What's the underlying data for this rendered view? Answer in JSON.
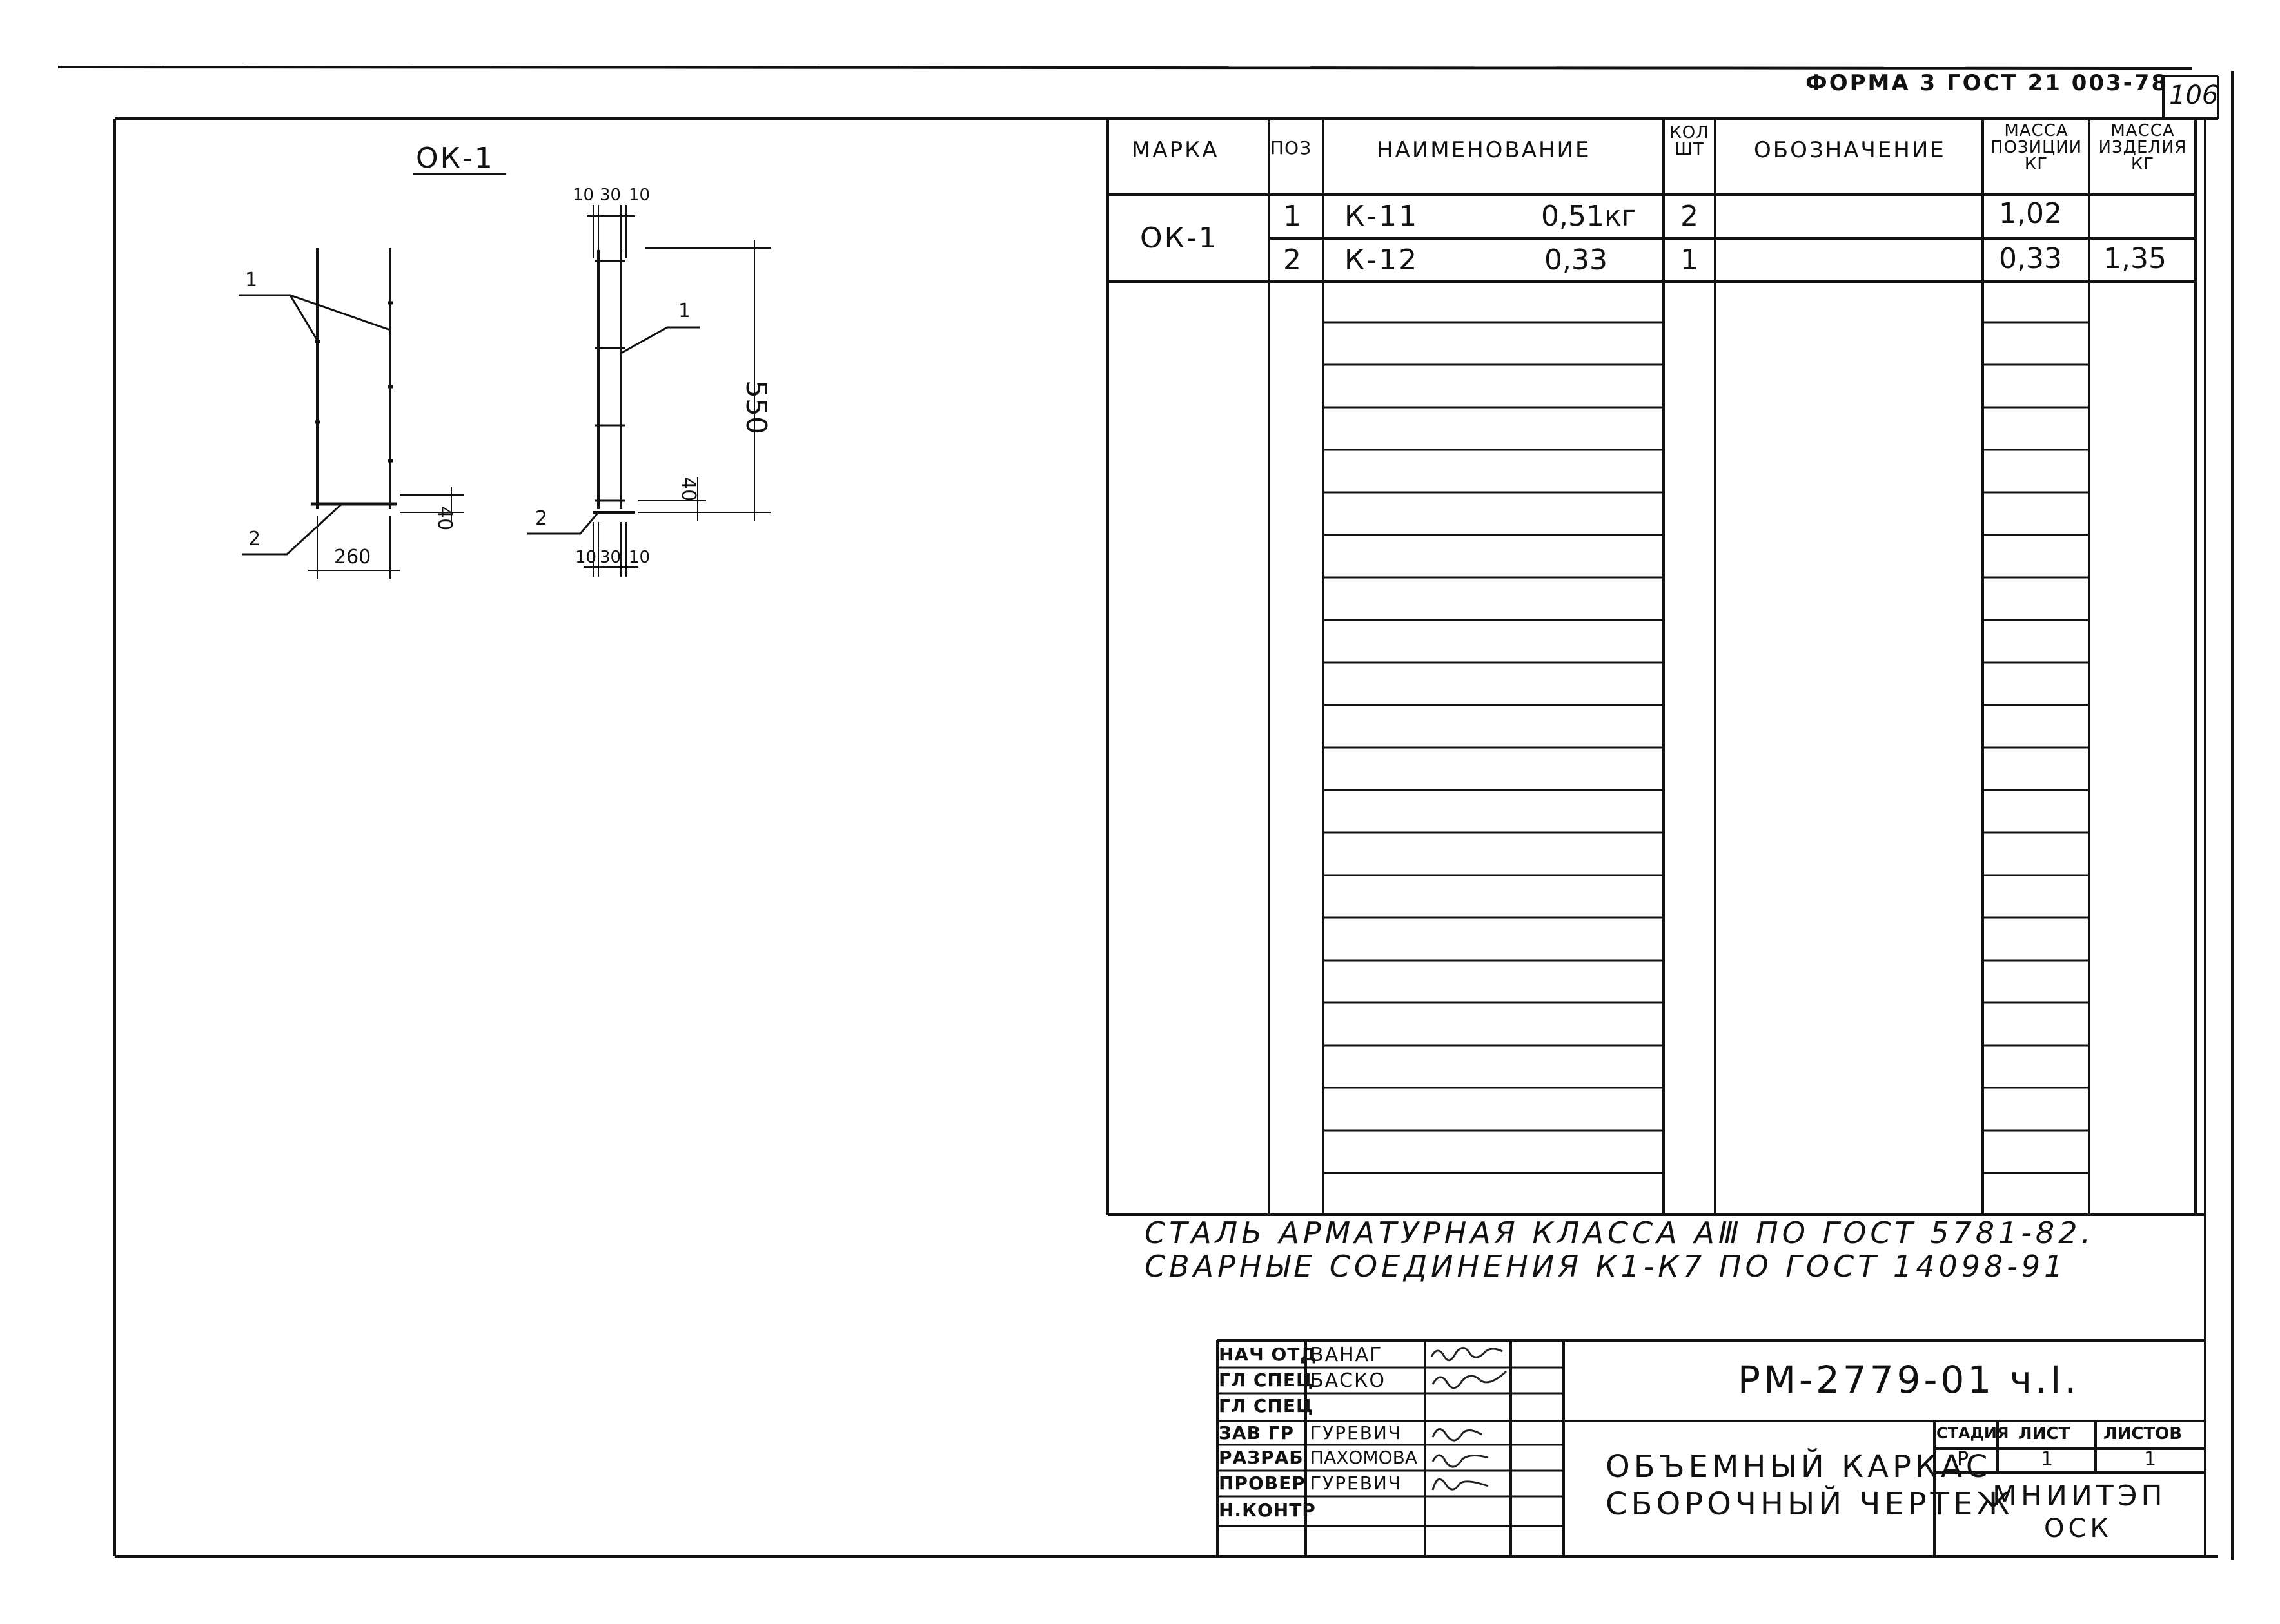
{
  "sheet": {
    "form_label": "ФОРМА 3 ГОСТ 21 003-78",
    "sheet_number": "106"
  },
  "drawing": {
    "title": "ОК-1",
    "front_view": {
      "pos_1": "1",
      "pos_2": "2",
      "dim_width": "260",
      "dim_bottom": "40"
    },
    "side_view": {
      "pos_1": "1",
      "pos_2": "2",
      "dim_top": [
        "10",
        "30",
        "10"
      ],
      "dim_bottom_row": [
        "10",
        "30",
        "10"
      ],
      "dim_height": "550",
      "dim_offset": "40"
    }
  },
  "spec_table": {
    "headers": {
      "mark": "МАРКА",
      "pos": "ПОЗ",
      "name": "НАИМЕНОВАНИЕ",
      "qty": "КОЛ ШТ",
      "designation": "ОБОЗНАЧЕНИЕ",
      "mass_pos": "МАССА ПОЗИЦИИ КГ",
      "mass_item": "МАССА ИЗДЕЛИЯ КГ"
    },
    "mark_value": "ОК-1",
    "rows": [
      {
        "pos": "1",
        "name": "К-11",
        "name_mass": "0,51кг",
        "qty": "2",
        "mass_pos": "1,02",
        "mass_item": ""
      },
      {
        "pos": "2",
        "name": "К-12",
        "name_mass": "0,33",
        "qty": "1",
        "mass_pos": "0,33",
        "mass_item": "1,35"
      }
    ]
  },
  "notes": [
    "СТАЛЬ АРМАТУРНАЯ КЛАССА АⅢ ПО ГОСТ 5781-82.",
    "СВАРНЫЕ СОЕДИНЕНИЯ К1-К7 ПО ГОСТ 14098-91"
  ],
  "title_block": {
    "roles": [
      "НАЧ ОТД",
      "ГЛ СПЕЦ",
      "ГЛ СПЕЦ",
      "ЗАВ ГР",
      "РАЗРАБ",
      "ПРОВЕР",
      "Н.КОНТР"
    ],
    "names": [
      "ВАНАГ",
      "БАСКО",
      "",
      "ГУРЕВИЧ",
      "ПАХОМОВА",
      "ГУРЕВИЧ",
      ""
    ],
    "document_code": "РМ-2779-01 ч.Ⅰ.",
    "object_title_line1": "ОБЪЕМНЫЙ КАРКАС",
    "object_title_line2": "СБОРОЧНЫЙ ЧЕРТЕЖ",
    "stage_label": "СТАДИЯ",
    "sheet_label": "ЛИСТ",
    "sheets_label": "ЛИСТОВ",
    "stage_value": "Р",
    "sheet_value": "1",
    "sheets_value": "1",
    "org_line1": "МНИИТЭП",
    "org_line2": "ОСК"
  }
}
